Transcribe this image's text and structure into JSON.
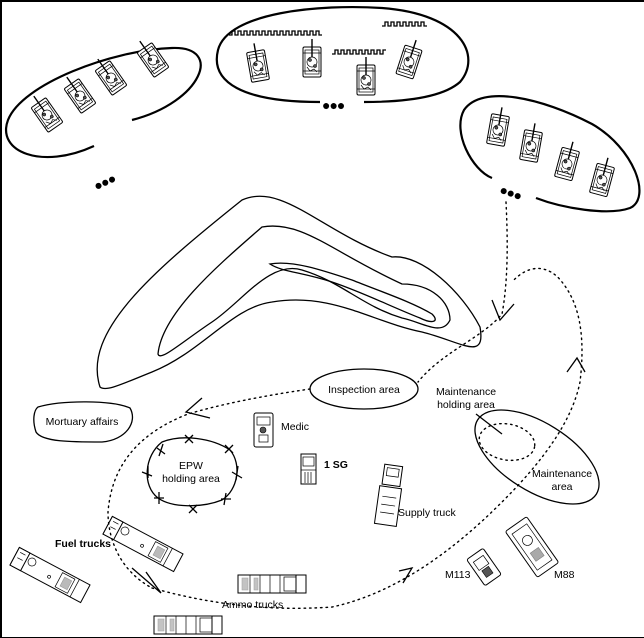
{
  "diagram": {
    "title": "Unit assembly / consolidation area traffic flow",
    "labels": {
      "inspection_area": "Inspection area",
      "mortuary_affairs": "Mortuary affairs",
      "medic": "Medic",
      "first_sergeant": "1 SG",
      "epw_line1": "EPW",
      "epw_line2": "holding area",
      "maintenance_holding_line1": "Maintenance",
      "maintenance_holding_line2": "holding area",
      "maintenance_area_line1": "Maintenance",
      "maintenance_area_line2": "area",
      "supply_truck": "Supply truck",
      "fuel_trucks": "Fuel trucks",
      "ammo_trucks": "Ammo trucks",
      "m113": "M113",
      "m88": "M88"
    },
    "tank_groups": [
      {
        "name": "left-platoon",
        "tanks": 4,
        "ellipsis": "●●●"
      },
      {
        "name": "top-platoon",
        "tanks": 4,
        "ellipsis": "●●●",
        "wire_obstacles": true
      },
      {
        "name": "right-platoon",
        "tanks": 4,
        "ellipsis": "●●●"
      }
    ],
    "colors": {
      "ink": "#000000",
      "paper": "#ffffff"
    }
  }
}
